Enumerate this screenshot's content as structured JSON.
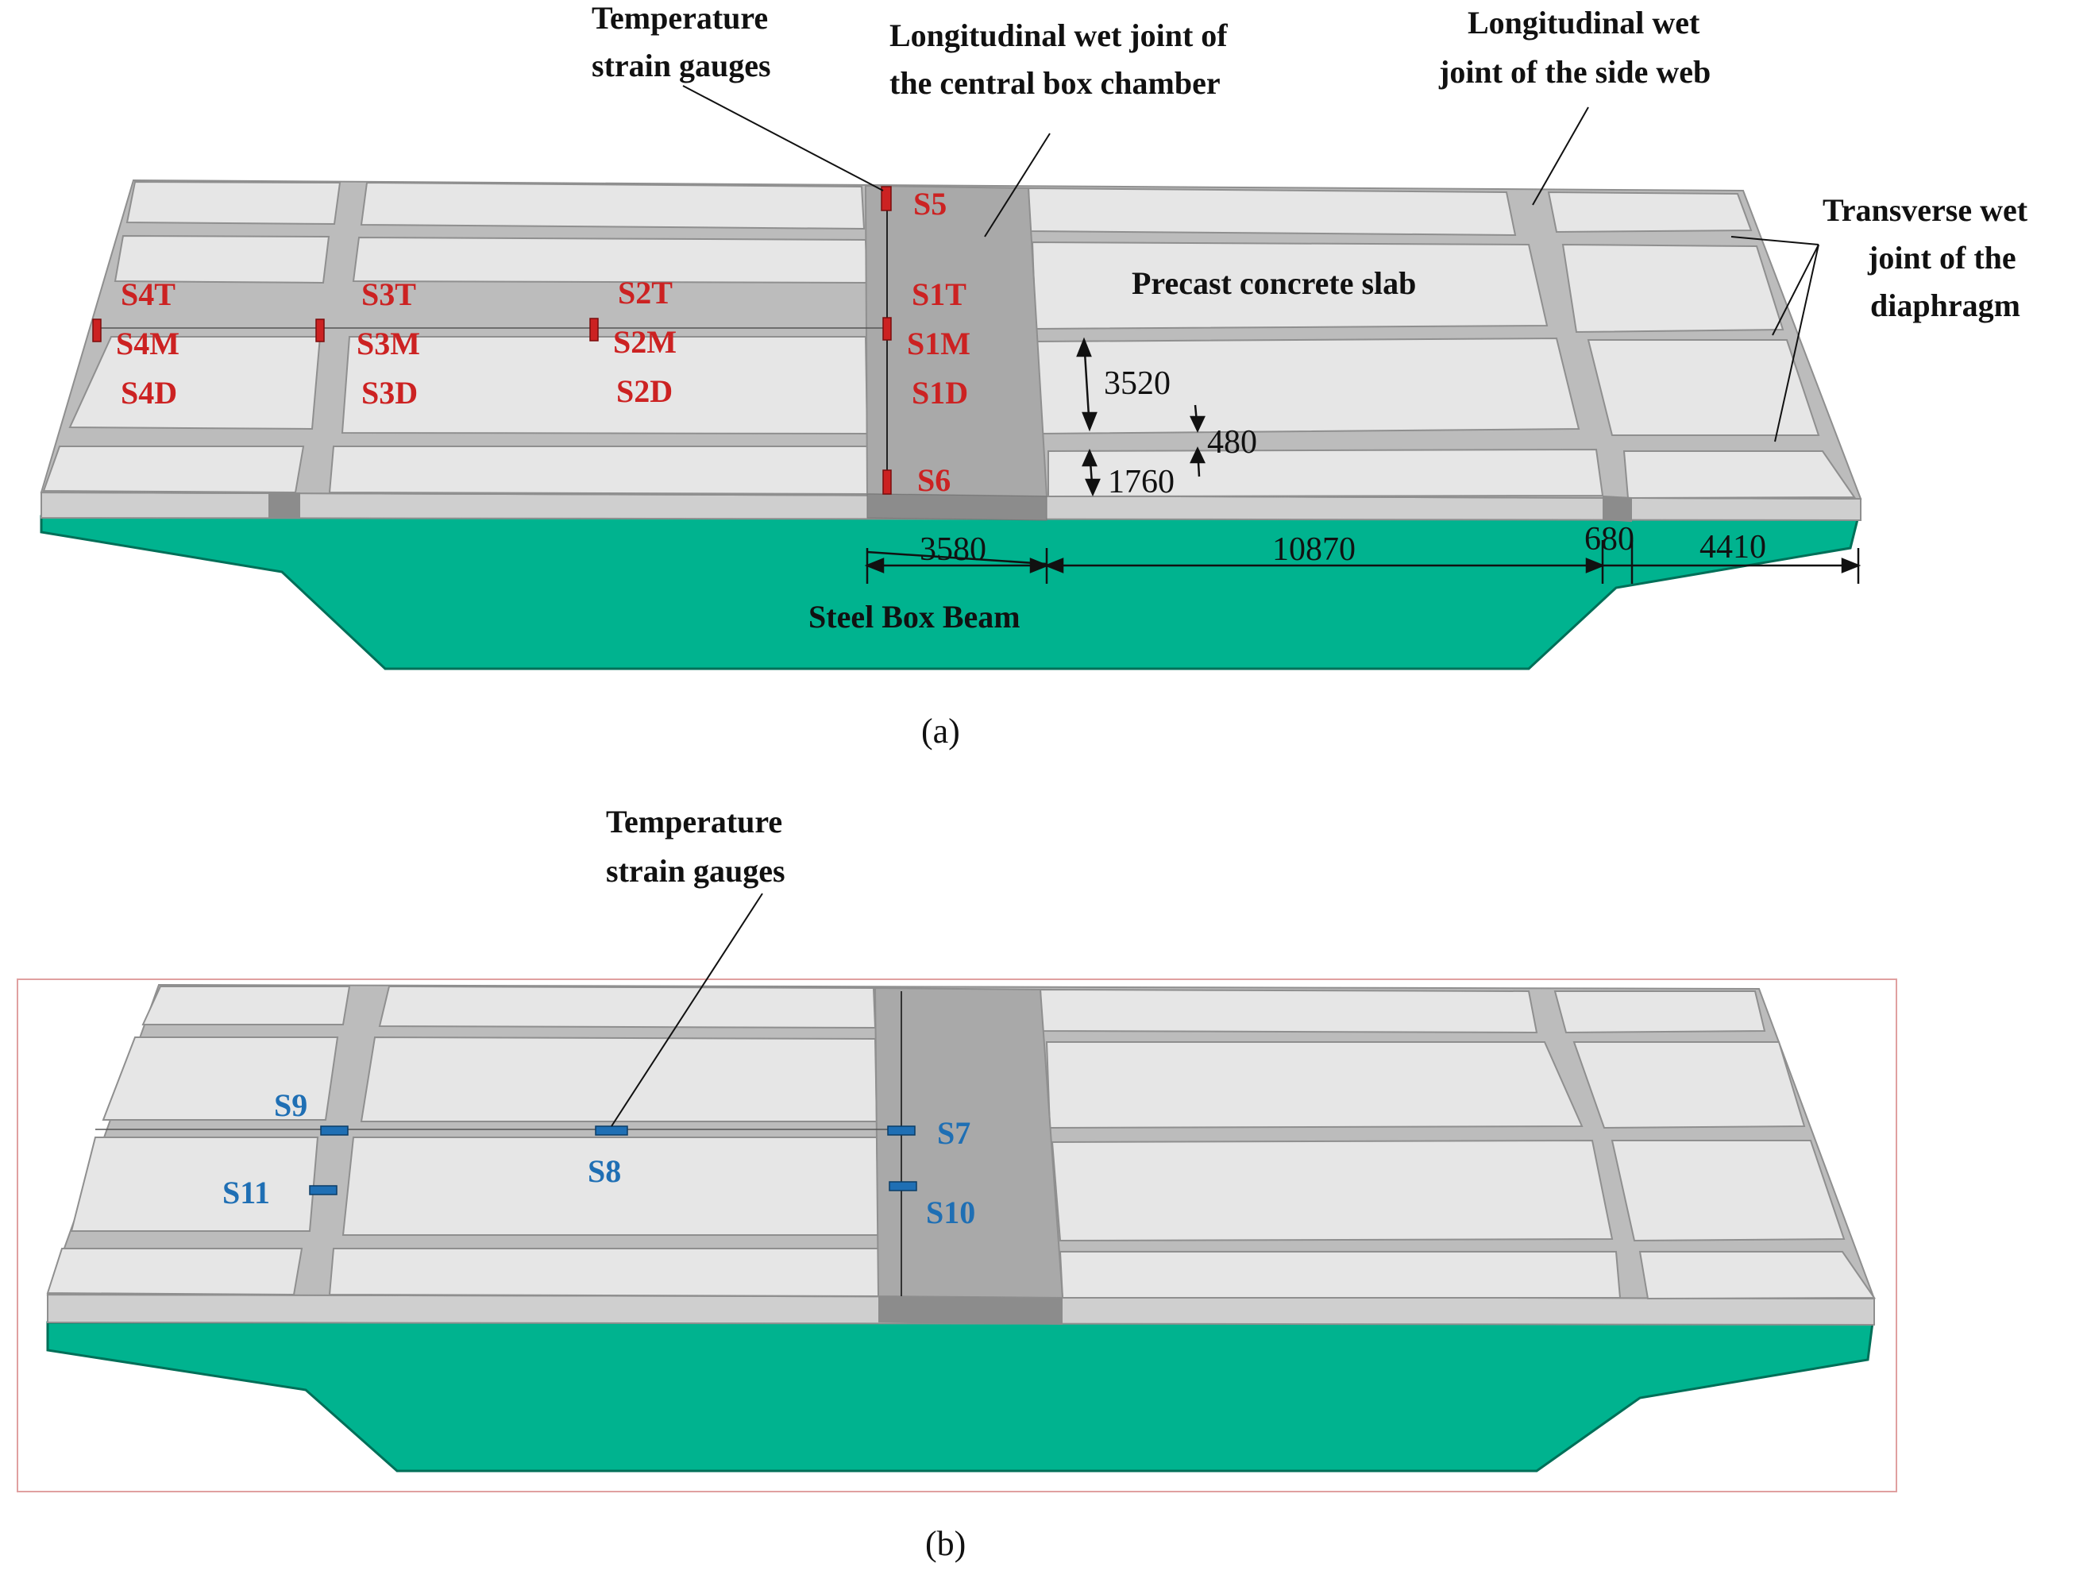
{
  "colors": {
    "steel": "#00b38f",
    "steel_edge": "#006f58",
    "slab_top": "#e6e6e6",
    "slab_edge": "#8f8f8f",
    "joint": "#bcbcbc",
    "central_joint": "#a9a9a9",
    "gauge_red": "#cc2222",
    "gauge_blue": "#1f6fb4",
    "label_black": "#111111"
  },
  "panel_a": {
    "caption": "(a)",
    "callouts": {
      "temperature_strain_gauges": [
        "Temperature",
        "strain gauges"
      ],
      "central_joint": [
        "Longitudinal wet joint of",
        "the central box chamber"
      ],
      "side_web_joint": [
        "Longitudinal wet",
        "joint of the side web"
      ],
      "transverse_joint": [
        "Transverse wet",
        "joint of the",
        "diaphragm"
      ]
    },
    "slab_label": "Precast concrete slab",
    "beam_label": "Steel Box Beam",
    "gauges": {
      "S5": "S5",
      "S6": "S6",
      "S1T": "S1T",
      "S1M": "S1M",
      "S1D": "S1D",
      "S2T": "S2T",
      "S2M": "S2M",
      "S2D": "S2D",
      "S3T": "S3T",
      "S3M": "S3M",
      "S3D": "S3D",
      "S4T": "S4T",
      "S4M": "S4M",
      "S4D": "S4D"
    },
    "dimensions": {
      "d3580": "3580",
      "d10870": "10870",
      "d680": "680",
      "d4410": "4410",
      "d3520": "3520",
      "d480": "480",
      "d1760": "1760"
    }
  },
  "panel_b": {
    "caption": "(b)",
    "callout": [
      "Temperature",
      "strain gauges"
    ],
    "gauges": {
      "S7": "S7",
      "S8": "S8",
      "S9": "S9",
      "S10": "S10",
      "S11": "S11"
    }
  }
}
